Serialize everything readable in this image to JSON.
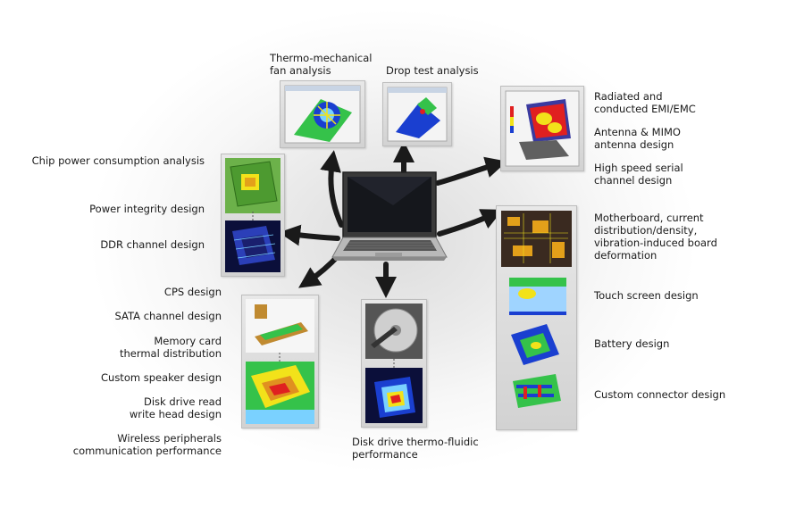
{
  "labels": {
    "thermo_mechanical": "Thermo-mechanical\nfan analysis",
    "drop_test": "Drop test analysis",
    "emi": "Radiated and\nconducted EMI/EMC",
    "antenna": "Antenna & MIMO\nantenna design",
    "serial": "High speed serial\nchannel design",
    "chip_power": "Chip power consumption analysis",
    "power_integrity": "Power integrity design",
    "ddr": "DDR channel design",
    "motherboard": "Motherboard, current\ndistribution/density,\nvibration-induced board\ndeformation",
    "touch": "Touch screen design",
    "battery": "Battery design",
    "connector": "Custom connector design",
    "cps": "CPS design",
    "sata": "SATA channel design",
    "memory": "Memory card\nthermal distribution",
    "speaker": "Custom speaker design",
    "disk_head": "Disk drive read\nwrite head design",
    "wireless": "Wireless peripherals\ncommunication performance",
    "disk_thermo": "Disk drive thermo-fluidic\nperformance"
  },
  "colors": {
    "arrow": "#1a1a1a",
    "panel": "#d8d8d8",
    "sim_red": "#e02020",
    "sim_green": "#35c24a",
    "sim_blue": "#1a3fd0",
    "sim_yellow": "#f2e21a"
  }
}
